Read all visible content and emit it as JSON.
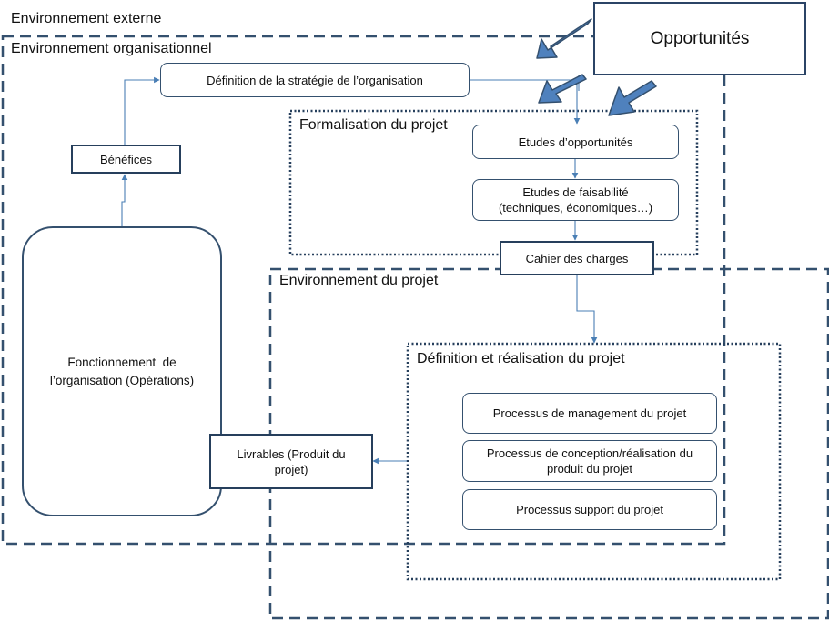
{
  "frames": {
    "external_env": "Environnement externe",
    "org_env": "Environnement organisationnel",
    "project_formalization": "Formalisation du projet",
    "project_env": "Environnement du projet",
    "project_definition": "Définition et réalisation du projet"
  },
  "boxes": {
    "opportunities": "Opportunités",
    "strategy": "Définition de la stratégie de l’organisation",
    "benefits": "Bénéfices",
    "opportunity_studies": "Etudes d’opportunités",
    "feasibility_line1": "Etudes de faisabilité",
    "feasibility_line2": "(techniques, économiques…)",
    "specifications": "Cahier des charges",
    "operations_line1": "Fonctionnement  de",
    "operations_line2": "l’organisation (Opérations)",
    "deliverables_line1": "Livrables (Produit du",
    "deliverables_line2": "projet)",
    "management_process": "Processus de management du projet",
    "design_process_line1": "Processus de conception/réalisation du",
    "design_process_line2": "produit du projet",
    "support_process": "Processus support du projet"
  },
  "colors": {
    "frame_dash": "#34506e",
    "connector": "#4a7fb5",
    "big_arrow_fill": "#4f81bd",
    "big_arrow_stroke": "#34506e"
  }
}
